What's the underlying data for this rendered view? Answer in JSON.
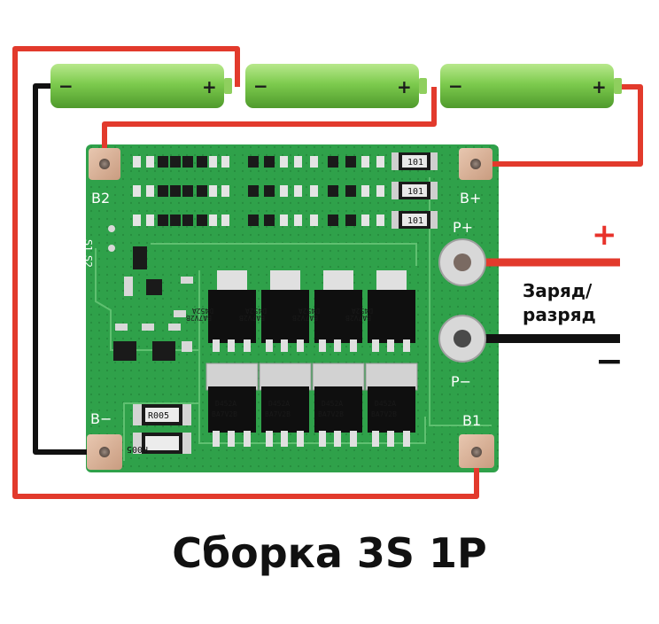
{
  "title": "Сборка 3S 1P",
  "colors": {
    "board": "#2fa14a",
    "board_dark": "#24883b",
    "wire_red": "#e23a2c",
    "wire_black": "#111111",
    "battery": "#7dcb4e",
    "pad": "#d9b49a"
  },
  "batteries": [
    {
      "minus": "−",
      "plus": "+"
    },
    {
      "minus": "−",
      "plus": "+"
    },
    {
      "minus": "−",
      "plus": "+"
    }
  ],
  "board_labels": {
    "b2": "B2",
    "b_plus": "B+",
    "p_plus": "P+",
    "b_minus": "B−",
    "p_minus": "P−",
    "b1": "B1",
    "s1": "S1",
    "s2": "S2"
  },
  "resistors": {
    "top": [
      "101",
      "101",
      "101"
    ],
    "bottom": [
      "R005",
      "R005"
    ]
  },
  "mosfet_marking": {
    "line1": "D452A",
    "line2": "BA7V2B"
  },
  "output": {
    "plus_sign": "+",
    "minus_sign": "−",
    "label_line1": "Заряд/",
    "label_line2": "разряд"
  },
  "icons": {
    "battery": "battery-cell-icon",
    "mosfet": "mosfet-chip-icon"
  }
}
